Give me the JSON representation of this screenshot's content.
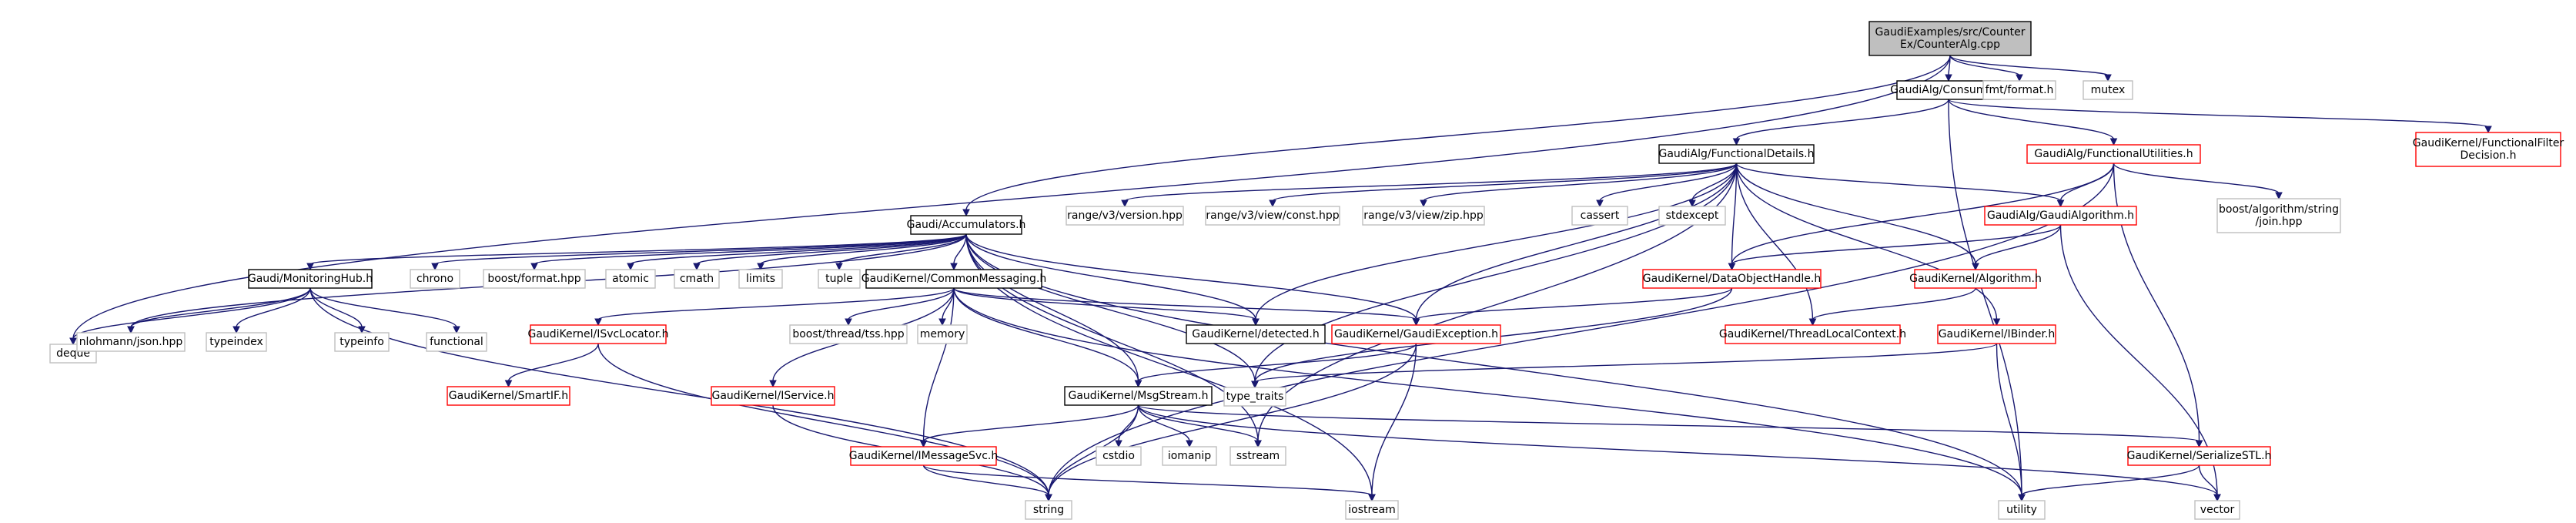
{
  "colors": {
    "edge": "#191970",
    "box_default": "#000000",
    "box_red": "#ff0000",
    "box_gray": "#bfbfbf",
    "fill_root": "#bfbfbf",
    "fill_default": "#ffffff"
  },
  "nodes": [
    {
      "id": "root",
      "lines": [
        "GaudiExamples/src/Counter",
        "Ex/CounterAlg.cpp"
      ],
      "style": "root"
    },
    {
      "id": "consumer",
      "lines": [
        "GaudiAlg/Consumer.h"
      ],
      "style": "black"
    },
    {
      "id": "fmt",
      "lines": [
        "fmt/format.h"
      ],
      "style": "gray"
    },
    {
      "id": "mutex",
      "lines": [
        "mutex"
      ],
      "style": "gray"
    },
    {
      "id": "deque",
      "lines": [
        "deque"
      ],
      "style": "gray"
    },
    {
      "id": "accum",
      "lines": [
        "Gaudi/Accumulators.h"
      ],
      "style": "black"
    },
    {
      "id": "funcdet",
      "lines": [
        "GaudiAlg/FunctionalDetails.h"
      ],
      "style": "black"
    },
    {
      "id": "funcutil",
      "lines": [
        "GaudiAlg/FunctionalUtilities.h"
      ],
      "style": "red"
    },
    {
      "id": "filterdec",
      "lines": [
        "GaudiKernel/FunctionalFilter",
        "Decision.h"
      ],
      "style": "red"
    },
    {
      "id": "rv3ver",
      "lines": [
        "range/v3/version.hpp"
      ],
      "style": "gray"
    },
    {
      "id": "rv3const",
      "lines": [
        "range/v3/view/const.hpp"
      ],
      "style": "gray"
    },
    {
      "id": "rv3zip",
      "lines": [
        "range/v3/view/zip.hpp"
      ],
      "style": "gray"
    },
    {
      "id": "cassert",
      "lines": [
        "cassert"
      ],
      "style": "gray"
    },
    {
      "id": "stdexcept",
      "lines": [
        "stdexcept"
      ],
      "style": "gray"
    },
    {
      "id": "gaudialg",
      "lines": [
        "GaudiAlg/GaudiAlgorithm.h"
      ],
      "style": "red"
    },
    {
      "id": "boostjoin",
      "lines": [
        "boost/algorithm/string",
        "/join.hpp"
      ],
      "style": "gray"
    },
    {
      "id": "monhub",
      "lines": [
        "Gaudi/MonitoringHub.h"
      ],
      "style": "black"
    },
    {
      "id": "chrono",
      "lines": [
        "chrono"
      ],
      "style": "gray"
    },
    {
      "id": "boostfmt",
      "lines": [
        "boost/format.hpp"
      ],
      "style": "gray"
    },
    {
      "id": "atomic",
      "lines": [
        "atomic"
      ],
      "style": "gray"
    },
    {
      "id": "cmath",
      "lines": [
        "cmath"
      ],
      "style": "gray"
    },
    {
      "id": "limits",
      "lines": [
        "limits"
      ],
      "style": "gray"
    },
    {
      "id": "tuple",
      "lines": [
        "tuple"
      ],
      "style": "gray"
    },
    {
      "id": "commsg",
      "lines": [
        "GaudiKernel/CommonMessaging.h"
      ],
      "style": "black"
    },
    {
      "id": "dataobj",
      "lines": [
        "GaudiKernel/DataObjectHandle.h"
      ],
      "style": "red"
    },
    {
      "id": "algorithm",
      "lines": [
        "GaudiKernel/Algorithm.h"
      ],
      "style": "red"
    },
    {
      "id": "nlohmann",
      "lines": [
        "nlohmann/json.hpp"
      ],
      "style": "gray"
    },
    {
      "id": "typeindex",
      "lines": [
        "typeindex"
      ],
      "style": "gray"
    },
    {
      "id": "typeinfo",
      "lines": [
        "typeinfo"
      ],
      "style": "gray"
    },
    {
      "id": "functional",
      "lines": [
        "functional"
      ],
      "style": "gray"
    },
    {
      "id": "isvcloc",
      "lines": [
        "GaudiKernel/ISvcLocator.h"
      ],
      "style": "red"
    },
    {
      "id": "tss",
      "lines": [
        "boost/thread/tss.hpp"
      ],
      "style": "gray"
    },
    {
      "id": "memory",
      "lines": [
        "memory"
      ],
      "style": "gray"
    },
    {
      "id": "detected",
      "lines": [
        "GaudiKernel/detected.h"
      ],
      "style": "black"
    },
    {
      "id": "gexc",
      "lines": [
        "GaudiKernel/GaudiException.h"
      ],
      "style": "red"
    },
    {
      "id": "tlc",
      "lines": [
        "GaudiKernel/ThreadLocalContext.h"
      ],
      "style": "red"
    },
    {
      "id": "ibinder",
      "lines": [
        "GaudiKernel/IBinder.h"
      ],
      "style": "red"
    },
    {
      "id": "smartif",
      "lines": [
        "GaudiKernel/SmartIF.h"
      ],
      "style": "red"
    },
    {
      "id": "iservice",
      "lines": [
        "GaudiKernel/IService.h"
      ],
      "style": "red"
    },
    {
      "id": "msgstream",
      "lines": [
        "GaudiKernel/MsgStream.h"
      ],
      "style": "black"
    },
    {
      "id": "typetraits",
      "lines": [
        "type_traits"
      ],
      "style": "gray"
    },
    {
      "id": "imsgsvc",
      "lines": [
        "GaudiKernel/IMessageSvc.h"
      ],
      "style": "red"
    },
    {
      "id": "cstdio",
      "lines": [
        "cstdio"
      ],
      "style": "gray"
    },
    {
      "id": "iomanip",
      "lines": [
        "iomanip"
      ],
      "style": "gray"
    },
    {
      "id": "sstream",
      "lines": [
        "sstream"
      ],
      "style": "gray"
    },
    {
      "id": "serstl",
      "lines": [
        "GaudiKernel/SerializeSTL.h"
      ],
      "style": "red"
    },
    {
      "id": "string",
      "lines": [
        "string"
      ],
      "style": "gray"
    },
    {
      "id": "iostream",
      "lines": [
        "iostream"
      ],
      "style": "gray"
    },
    {
      "id": "utility",
      "lines": [
        "utility"
      ],
      "style": "gray"
    },
    {
      "id": "vector",
      "lines": [
        "vector"
      ],
      "style": "gray"
    }
  ],
  "edges": [
    [
      "root",
      "consumer"
    ],
    [
      "root",
      "fmt"
    ],
    [
      "root",
      "mutex"
    ],
    [
      "root",
      "deque"
    ],
    [
      "root",
      "accum"
    ],
    [
      "consumer",
      "funcdet"
    ],
    [
      "consumer",
      "funcutil"
    ],
    [
      "consumer",
      "filterdec"
    ],
    [
      "consumer",
      "utility"
    ],
    [
      "funcdet",
      "rv3ver"
    ],
    [
      "funcdet",
      "rv3const"
    ],
    [
      "funcdet",
      "rv3zip"
    ],
    [
      "funcdet",
      "cassert"
    ],
    [
      "funcdet",
      "stdexcept"
    ],
    [
      "funcdet",
      "gaudialg"
    ],
    [
      "funcdet",
      "dataobj"
    ],
    [
      "funcdet",
      "algorithm"
    ],
    [
      "funcdet",
      "tlc"
    ],
    [
      "funcdet",
      "ibinder"
    ],
    [
      "funcdet",
      "detected"
    ],
    [
      "funcdet",
      "gexc"
    ],
    [
      "funcdet",
      "typetraits"
    ],
    [
      "funcdet",
      "sstream"
    ],
    [
      "funcutil",
      "gaudialg"
    ],
    [
      "funcutil",
      "boostjoin"
    ],
    [
      "funcutil",
      "dataobj"
    ],
    [
      "funcutil",
      "serstl"
    ],
    [
      "funcutil",
      "string"
    ],
    [
      "gaudialg",
      "dataobj"
    ],
    [
      "gaudialg",
      "algorithm"
    ],
    [
      "gaudialg",
      "vector"
    ],
    [
      "accum",
      "monhub"
    ],
    [
      "accum",
      "chrono"
    ],
    [
      "accum",
      "boostfmt"
    ],
    [
      "accum",
      "atomic"
    ],
    [
      "accum",
      "cmath"
    ],
    [
      "accum",
      "limits"
    ],
    [
      "accum",
      "tuple"
    ],
    [
      "accum",
      "commsg"
    ],
    [
      "accum",
      "nlohmann"
    ],
    [
      "accum",
      "detected"
    ],
    [
      "accum",
      "gexc"
    ],
    [
      "accum",
      "msgstream"
    ],
    [
      "accum",
      "typetraits"
    ],
    [
      "accum",
      "utility"
    ],
    [
      "accum",
      "iostream"
    ],
    [
      "accum",
      "sstream"
    ],
    [
      "monhub",
      "deque"
    ],
    [
      "monhub",
      "nlohmann"
    ],
    [
      "monhub",
      "typeindex"
    ],
    [
      "monhub",
      "typeinfo"
    ],
    [
      "monhub",
      "functional"
    ],
    [
      "monhub",
      "string"
    ],
    [
      "commsg",
      "isvcloc"
    ],
    [
      "commsg",
      "tss"
    ],
    [
      "commsg",
      "memory"
    ],
    [
      "commsg",
      "detected"
    ],
    [
      "commsg",
      "gexc"
    ],
    [
      "commsg",
      "iservice"
    ],
    [
      "commsg",
      "msgstream"
    ],
    [
      "commsg",
      "imsgsvc"
    ],
    [
      "commsg",
      "utility"
    ],
    [
      "dataobj",
      "gexc"
    ],
    [
      "dataobj",
      "typetraits"
    ],
    [
      "algorithm",
      "tlc"
    ],
    [
      "ibinder",
      "typetraits"
    ],
    [
      "ibinder",
      "utility"
    ],
    [
      "isvcloc",
      "smartif"
    ],
    [
      "isvcloc",
      "string"
    ],
    [
      "iservice",
      "string"
    ],
    [
      "gexc",
      "msgstream"
    ],
    [
      "gexc",
      "string"
    ],
    [
      "gexc",
      "iostream"
    ],
    [
      "msgstream",
      "imsgsvc"
    ],
    [
      "msgstream",
      "cstdio"
    ],
    [
      "msgstream",
      "iomanip"
    ],
    [
      "msgstream",
      "sstream"
    ],
    [
      "msgstream",
      "serstl"
    ],
    [
      "msgstream",
      "string"
    ],
    [
      "msgstream",
      "vector"
    ],
    [
      "imsgsvc",
      "string"
    ],
    [
      "imsgsvc",
      "iostream"
    ],
    [
      "serstl",
      "utility"
    ],
    [
      "serstl",
      "vector"
    ]
  ]
}
